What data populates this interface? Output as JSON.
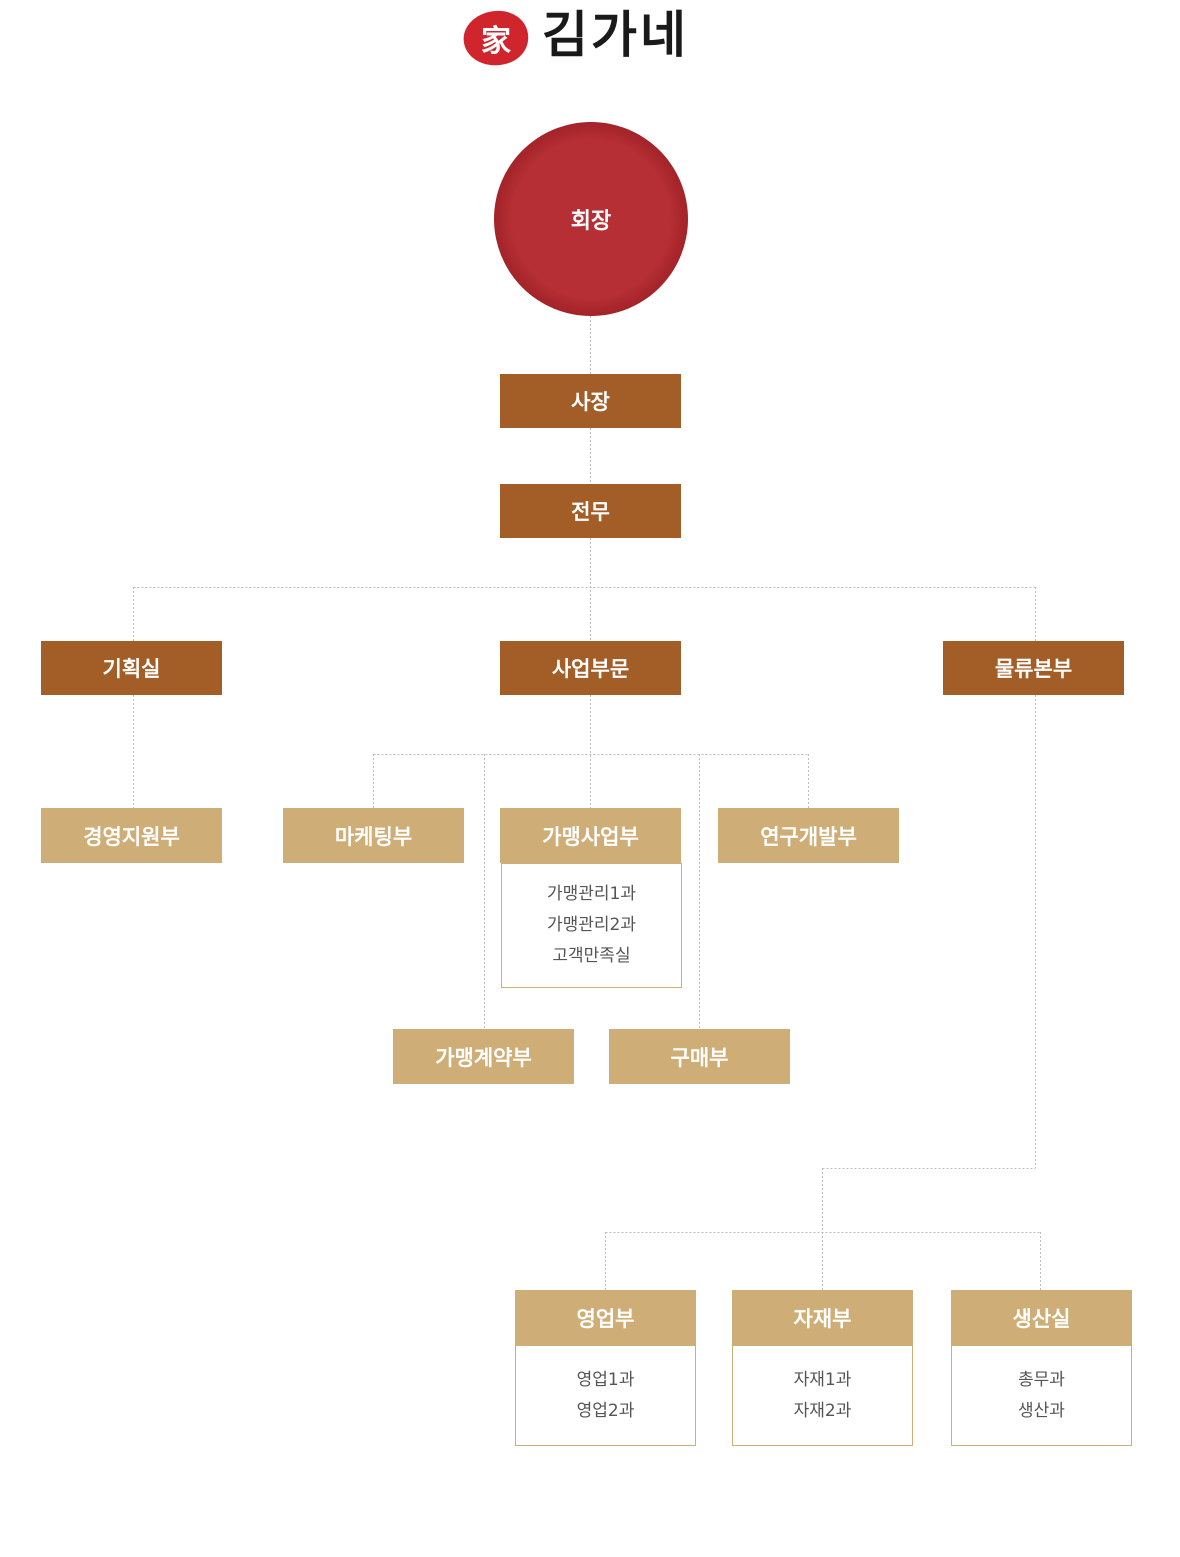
{
  "logo": {
    "seal_char": "家",
    "name": "김가네"
  },
  "chairman": "회장",
  "president": "사장",
  "director": "전무",
  "divisions": {
    "planning": "기획실",
    "business": "사업부문",
    "logistics": "물류본부"
  },
  "planning_sub": {
    "management_support": "경영지원부"
  },
  "business_sub": {
    "marketing": "마케팅부",
    "franchise": "가맹사업부",
    "rnd": "연구개발부",
    "franchise_contract": "가맹계약부",
    "purchasing": "구매부"
  },
  "franchise_teams": [
    "가맹관리1과",
    "가맹관리2과",
    "고객만족실"
  ],
  "logistics_sub": {
    "sales": {
      "title": "영업부",
      "teams": [
        "영업1과",
        "영업2과"
      ]
    },
    "materials": {
      "title": "자재부",
      "teams": [
        "자재1과",
        "자재2과"
      ]
    },
    "production": {
      "title": "생산실",
      "teams": [
        "총무과",
        "생산과"
      ]
    }
  },
  "colors": {
    "chairman": "#b52f34",
    "upper_box": "#a35d27",
    "lower_box": "#cfad77",
    "connector": "#bdbdbd",
    "seal": "#d0252d"
  }
}
